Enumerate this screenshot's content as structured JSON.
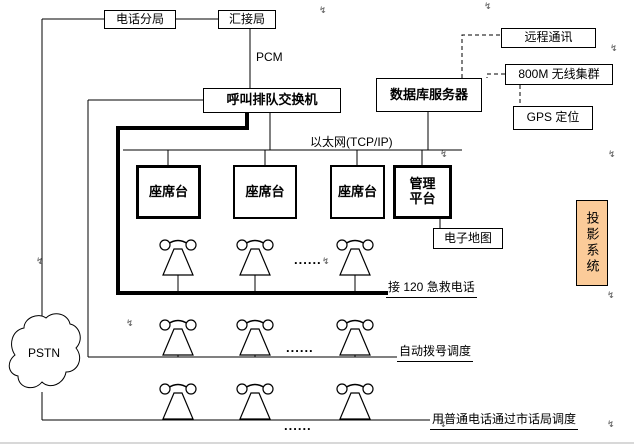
{
  "nodes": {
    "telephone_branch": "电话分局",
    "tandem_office": "汇接局",
    "pcm_label": "PCM",
    "call_queue_switch": "呼叫排队交换机",
    "database_server": "数据库服务器",
    "remote_comm": "远程通讯",
    "wireless_trunking": "800M 无线集群",
    "gps": "GPS 定位",
    "ethernet_label": "以太网(TCP/IP)",
    "agent_console": "座席台",
    "management_platform": "管理\n平台",
    "electronic_map": "电子地图",
    "projection_system": "投影系统",
    "pstn": "PSTN"
  },
  "line_labels": {
    "emergency_120": "接 120 急救电话",
    "auto_dial_dispatch": "自动拨号调度",
    "ordinary_phone_dispatch": "用普通电话通过市话局调度"
  },
  "icons": {
    "anchor_glyph": "↯",
    "ellipsis": "......"
  },
  "colors": {
    "projection_fill": "#FBCB99",
    "line_color": "#000000",
    "background": "#FFFFFF"
  }
}
